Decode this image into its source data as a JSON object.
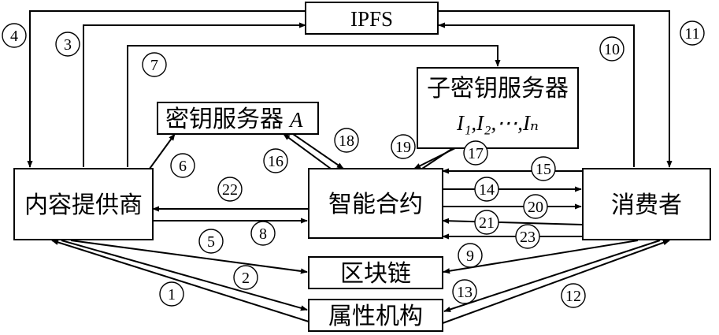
{
  "nodes": {
    "ipfs": "IPFS",
    "content_provider": "内容提供商",
    "key_server": "密钥服务器",
    "key_server_var": "A",
    "sub_key_server": "子密钥服务器",
    "sub_key_server_ids": "I₁,I₂,⋯,Iₙ",
    "smart_contract": "智能合约",
    "consumer": "消费者",
    "blockchain": "区块链",
    "attribute_authority": "属性机构"
  },
  "steps": [
    "1",
    "2",
    "3",
    "4",
    "5",
    "6",
    "7",
    "8",
    "9",
    "10",
    "11",
    "12",
    "13",
    "14",
    "15",
    "16",
    "17",
    "18",
    "19",
    "20",
    "21",
    "22",
    "23"
  ]
}
